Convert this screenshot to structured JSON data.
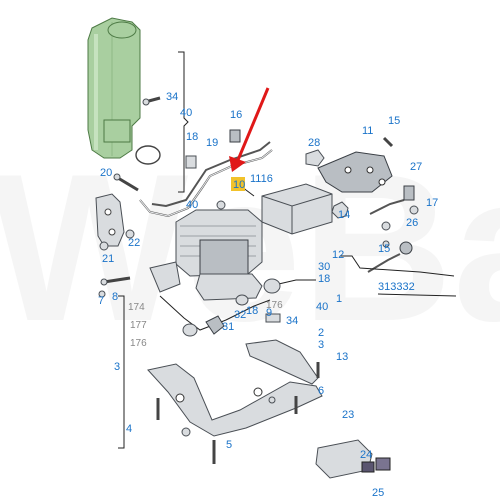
{
  "callouts": [
    {
      "id": "34",
      "color": "blue"
    },
    {
      "id": "40",
      "color": "blue"
    },
    {
      "id": "16",
      "color": "blue"
    },
    {
      "id": "18",
      "color": "blue"
    },
    {
      "id": "19",
      "color": "blue"
    },
    {
      "id": "28",
      "color": "blue"
    },
    {
      "id": "11",
      "color": "blue"
    },
    {
      "id": "15",
      "color": "blue"
    },
    {
      "id": "20",
      "color": "blue"
    },
    {
      "id": "10",
      "color": "blue"
    },
    {
      "id": "1116",
      "color": "blue"
    },
    {
      "id": "27",
      "color": "blue"
    },
    {
      "id": "40",
      "color": "blue"
    },
    {
      "id": "14",
      "color": "blue"
    },
    {
      "id": "17",
      "color": "blue"
    },
    {
      "id": "26",
      "color": "blue"
    },
    {
      "id": "22",
      "color": "blue"
    },
    {
      "id": "15",
      "color": "blue"
    },
    {
      "id": "21",
      "color": "blue"
    },
    {
      "id": "12",
      "color": "blue"
    },
    {
      "id": "30",
      "color": "blue"
    },
    {
      "id": "18",
      "color": "blue"
    },
    {
      "id": "7",
      "color": "blue"
    },
    {
      "id": "8",
      "color": "blue"
    },
    {
      "id": "313332",
      "color": "blue"
    },
    {
      "id": "174",
      "color": "gray"
    },
    {
      "id": "176",
      "color": "gray"
    },
    {
      "id": "9",
      "color": "blue"
    },
    {
      "id": "3",
      "color": "blue"
    },
    {
      "id": "1",
      "color": "blue"
    },
    {
      "id": "177",
      "color": "gray"
    },
    {
      "id": "32",
      "color": "blue"
    },
    {
      "id": "18",
      "color": "blue"
    },
    {
      "id": "34",
      "color": "blue"
    },
    {
      "id": "40",
      "color": "blue"
    },
    {
      "id": "31",
      "color": "blue"
    },
    {
      "id": "176",
      "color": "gray"
    },
    {
      "id": "2",
      "color": "blue"
    },
    {
      "id": "3",
      "color": "blue"
    },
    {
      "id": "13",
      "color": "blue"
    },
    {
      "id": "6",
      "color": "blue"
    },
    {
      "id": "4",
      "color": "blue"
    },
    {
      "id": "23",
      "color": "blue"
    },
    {
      "id": "5",
      "color": "blue"
    },
    {
      "id": "24",
      "color": "blue"
    },
    {
      "id": "25",
      "color": "blue"
    }
  ],
  "colors": {
    "callout_blue": "#1a73c9",
    "callout_gray": "#888888",
    "highlight": "#f2c22a",
    "pointer": "#e01818"
  },
  "watermark": "WeBa"
}
